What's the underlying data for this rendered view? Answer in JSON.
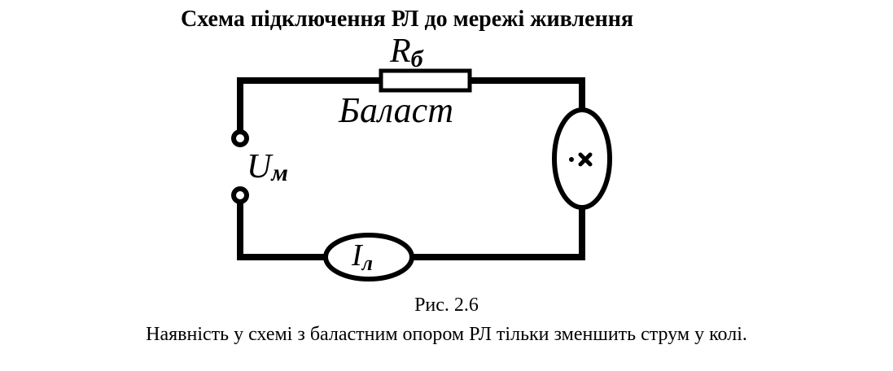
{
  "title": "Схема підключення РЛ до мережі живлення",
  "resistor": {
    "symbol": "R",
    "subscript": "б",
    "name": "Баласт"
  },
  "voltage": {
    "symbol": "U",
    "subscript": "м"
  },
  "current": {
    "symbol": "I",
    "subscript": "л"
  },
  "figure_caption": "Рис. 2.6",
  "note": "Наявність у схемі з баластним опором РЛ тільки зменшить струм у колі."
}
